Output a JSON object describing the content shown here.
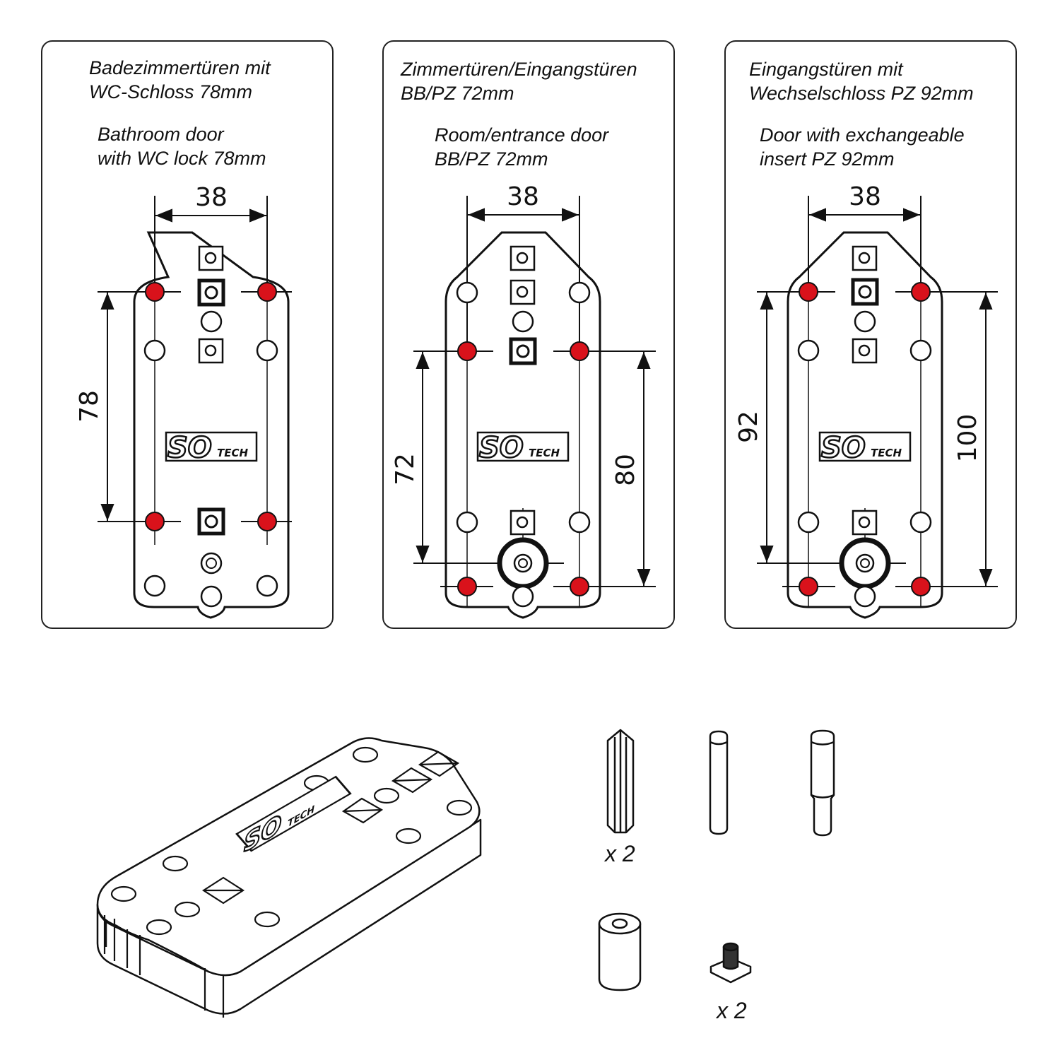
{
  "panels": [
    {
      "caption_de": [
        "Badezimmertüren mit",
        "WC-Schloss 78mm"
      ],
      "caption_en": [
        "Bathroom door",
        "with WC lock 78mm"
      ],
      "dim_width": "38",
      "dim_left": "78",
      "dim_right": ""
    },
    {
      "caption_de": [
        "Zimmertüren/Eingangstüren",
        "BB/PZ 72mm"
      ],
      "caption_en": [
        "Room/entrance door",
        "BB/PZ 72mm"
      ],
      "dim_width": "38",
      "dim_left": "72",
      "dim_right": "80"
    },
    {
      "caption_de": [
        "Eingangstüren mit",
        "Wechselschloss PZ 92mm"
      ],
      "caption_en": [
        "Door with exchangeable",
        "insert PZ 92mm"
      ],
      "dim_width": "38",
      "dim_left": "92",
      "dim_right": "100"
    }
  ],
  "logo": {
    "main": "SO",
    "sub": "TECH"
  },
  "accessories": [
    {
      "name": "hex-pin",
      "qty": "x 2"
    },
    {
      "name": "round-pin",
      "qty": ""
    },
    {
      "name": "stepped-pin",
      "qty": ""
    },
    {
      "name": "bushing",
      "qty": ""
    },
    {
      "name": "screw",
      "qty": "x 2"
    }
  ],
  "colors": {
    "marked_hole": "#d9121b",
    "line": "#111111",
    "background": "#ffffff"
  }
}
